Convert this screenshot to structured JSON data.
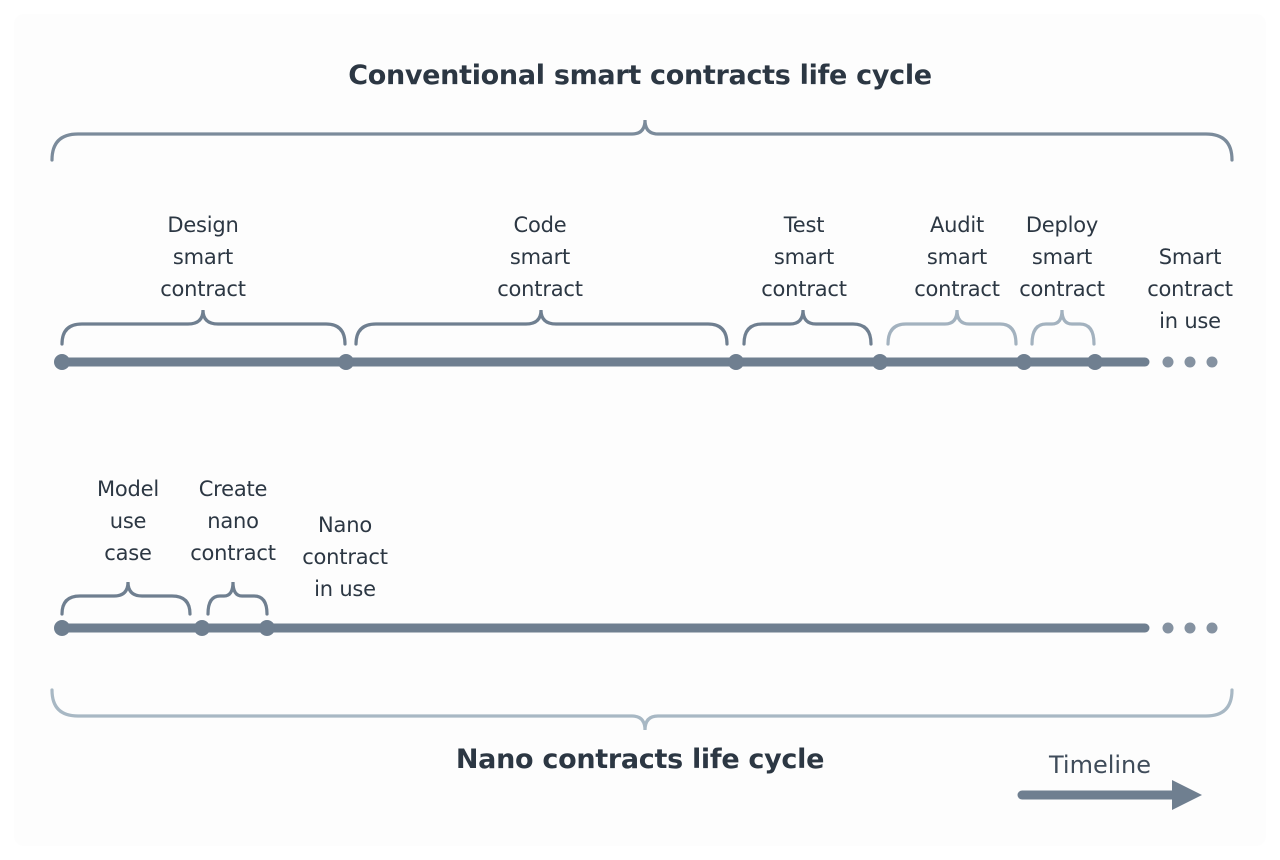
{
  "colors": {
    "background": "#ffffff",
    "card": "#fdfdfd",
    "title_text": "#2c3743",
    "label_text": "#2c3743",
    "timeline_line": "#6f7f90",
    "brace_dark": "#6f7f90",
    "brace_light": "#a3b2bf",
    "brace_outer_top": "#7b8b9b",
    "brace_outer_bottom": "#a8b8c4",
    "arrow": "#6f7f90"
  },
  "headings": {
    "top_title": "Conventional smart contracts life cycle",
    "bottom_title": "Nano contracts life cycle"
  },
  "timelines": [
    {
      "id": "conventional",
      "name": "conventional-smart-contract-timeline",
      "steps": [
        {
          "label": "Design\nsmart\ncontract",
          "brace": "dark"
        },
        {
          "label": "Code\nsmart\ncontract",
          "brace": "dark"
        },
        {
          "label": "Test\nsmart\ncontract",
          "brace": "dark"
        },
        {
          "label": "Audit\nsmart\ncontract",
          "brace": "light"
        },
        {
          "label": "Deploy\nsmart\ncontract",
          "brace": "light"
        },
        {
          "label": "Smart\ncontract\nin use",
          "brace": "none"
        }
      ],
      "node_count": 6,
      "continuation_dots": 3
    },
    {
      "id": "nano",
      "name": "nano-contract-timeline",
      "steps": [
        {
          "label": "Model\nuse\ncase",
          "brace": "dark"
        },
        {
          "label": "Create\nnano\ncontract",
          "brace": "dark"
        },
        {
          "label": "Nano\ncontract\nin use",
          "brace": "none"
        }
      ],
      "node_count": 3,
      "continuation_dots": 3
    }
  ],
  "axis": {
    "caption": "Timeline",
    "direction": "left-to-right"
  }
}
